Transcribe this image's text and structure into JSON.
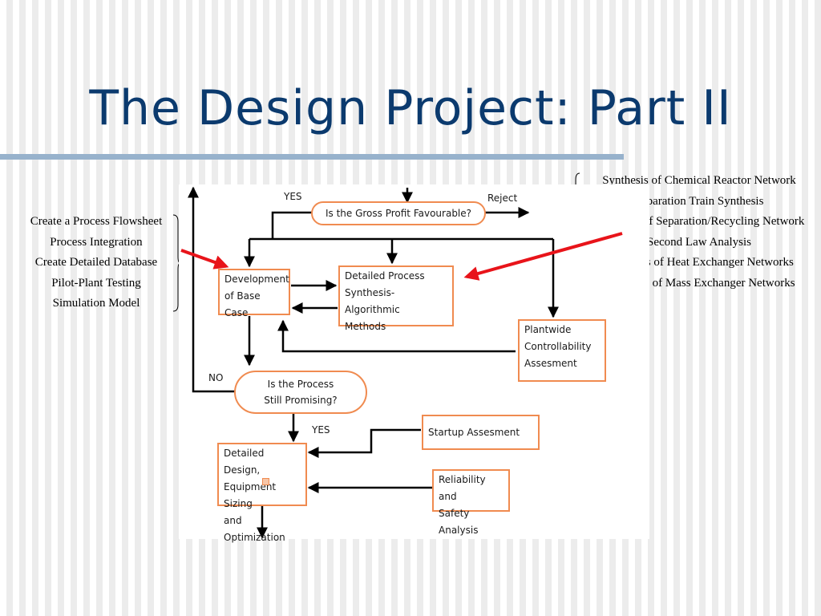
{
  "slide": {
    "title": "The Design Project: Part II"
  },
  "left_list": [
    "Create a Process Flowsheet",
    "Process Integration",
    "Create Detailed Database",
    "Pilot-Plant Testing",
    "Simulation Model"
  ],
  "right_list": [
    "Synthesis of Chemical Reactor Network",
    "Separation Train Synthesis",
    "Synthesis of Separation/Recycling Network",
    "Second Law Analysis",
    "Synthesis of Heat Exchanger Networks",
    "Synthesis of Mass Exchanger Networks"
  ],
  "flowchart": {
    "decision_profit": "Is the Gross Profit Favourable?",
    "label_yes_top": "YES",
    "label_reject": "Reject",
    "base_case": "Development\nof Base Case",
    "synthesis": "Detailed Process\nSynthesis-Algorithmic\nMethods",
    "plantwide": "Plantwide\nControllability\nAssesment",
    "decision_promising": "Is the Process\nStill Promising?",
    "label_no": "NO",
    "label_yes_bottom": "YES",
    "startup": "Startup Assesment",
    "detailed_design": "Detailed Design,\nEquipment Sizing\nand Optimization",
    "reliability": "Reliability and\nSafety Analysis"
  },
  "colors": {
    "title": "#0b3a6e",
    "box_border": "#f08b50",
    "pointer_arrow": "#e8141a",
    "rule": "#97b2cc"
  }
}
